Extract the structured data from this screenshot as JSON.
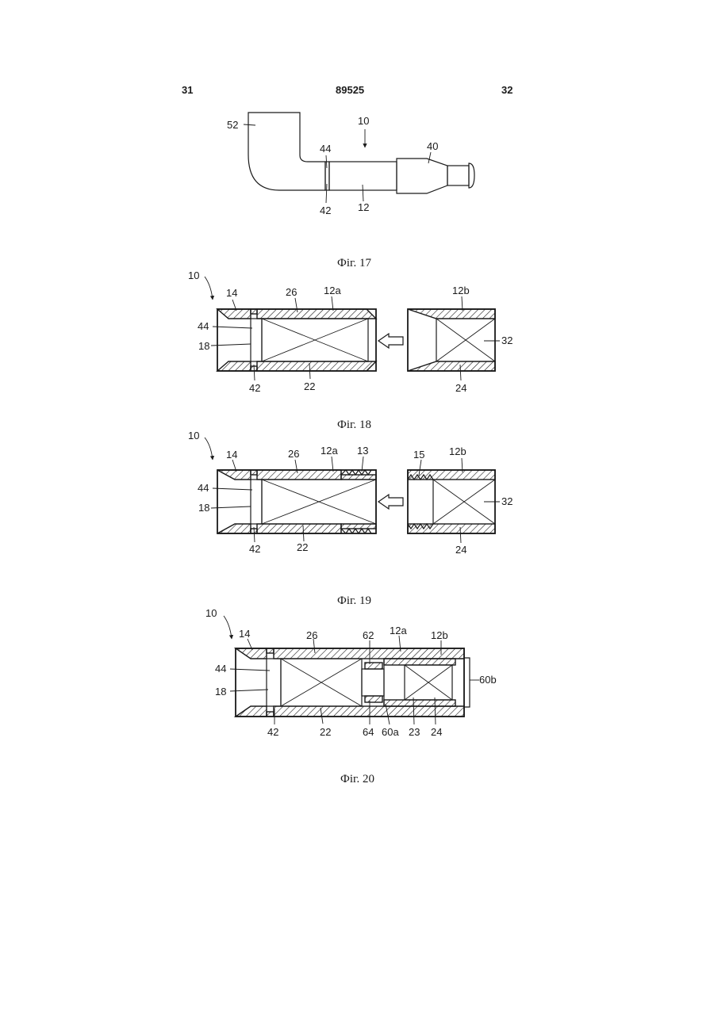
{
  "header": {
    "left_page": "31",
    "patent_number": "89525",
    "right_page": "32"
  },
  "fig17": {
    "caption": "Фіг. 17",
    "labels": {
      "device": "10",
      "mouthpiece": "52",
      "joint": "44",
      "body": "40",
      "ring": "42",
      "tube": "12"
    }
  },
  "fig18": {
    "caption": "Фіг. 18",
    "labels": {
      "device": "10",
      "cap": "14",
      "filter": "26",
      "part_a": "12a",
      "part_b": "12b",
      "joint": "44",
      "bore": "18",
      "insert": "32",
      "ring": "42",
      "inner_a": "22",
      "inner_b": "24"
    }
  },
  "fig19": {
    "caption": "Фіг. 19",
    "labels": {
      "device": "10",
      "cap": "14",
      "filter": "26",
      "part_a": "12a",
      "thread_male": "13",
      "thread_female": "15",
      "part_b": "12b",
      "joint": "44",
      "bore": "18",
      "insert": "32",
      "ring": "42",
      "inner_a": "22",
      "inner_b": "24"
    }
  },
  "fig20": {
    "caption": "Фіг. 20",
    "labels": {
      "device": "10",
      "cap": "14",
      "filter": "26",
      "connector": "62",
      "part_a": "12a",
      "part_b": "12b",
      "joint": "44",
      "end_b": "60b",
      "bore": "18",
      "ring": "42",
      "inner_a": "22",
      "collar": "64",
      "end_a": "60a",
      "chamber": "23",
      "inner_b": "24"
    }
  }
}
